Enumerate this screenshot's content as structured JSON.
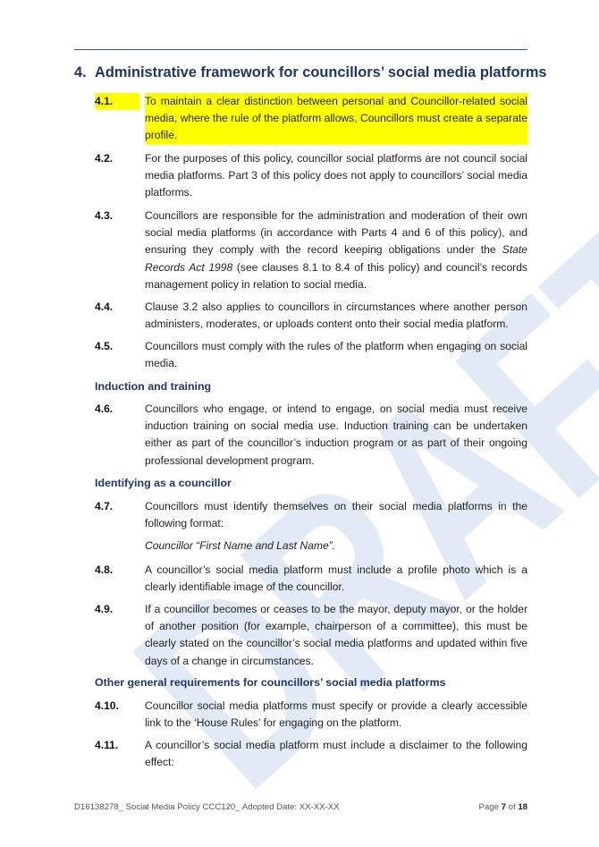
{
  "watermark": "DRAFT",
  "section": {
    "number": "4.",
    "title": "Administrative framework for councillors’ social media platforms"
  },
  "clauses": {
    "c4_1": {
      "num": "4.1.",
      "text": "To maintain a clear distinction between personal and Councillor-related social media, where the rule of the platform allows, Councillors must create a separate profile."
    },
    "c4_2": {
      "num": "4.2.",
      "text": "For the purposes of this policy, councillor social platforms are not council social media platforms. Part 3 of this policy does not apply to councillors’ social media platforms."
    },
    "c4_3": {
      "num": "4.3.",
      "text_a": "Councillors are responsible for the administration and moderation of their own social media platforms (in accordance with Parts 4 and 6 of this policy), and ensuring they comply with the record keeping obligations under the ",
      "act": "State Records Act 1998",
      "text_b": " (see clauses 8.1 to 8.4 of this policy) and council’s records management policy in relation to social media."
    },
    "c4_4": {
      "num": "4.4.",
      "text": "Clause 3.2 also applies to councillors in circumstances where another person administers, moderates, or uploads content onto their social media platform."
    },
    "c4_5": {
      "num": "4.5.",
      "text": "Councillors must comply with the rules of the platform when engaging on social media."
    },
    "c4_6": {
      "num": "4.6.",
      "text": "Councillors who engage, or intend to engage, on social media must receive induction training on social media use. Induction training can be undertaken either as part of the councillor’s induction program or as part of their ongoing professional development program."
    },
    "c4_7": {
      "num": "4.7.",
      "text": "Councillors must identify themselves on their social media platforms in the following format:",
      "format": "Councillor “First Name and Last Name”."
    },
    "c4_8": {
      "num": "4.8.",
      "text": "A councillor’s social media platform must include a profile photo which is a clearly identifiable image of the councillor."
    },
    "c4_9": {
      "num": "4.9.",
      "text": "If a councillor becomes or ceases to be the mayor, deputy mayor, or the holder of another position (for example, chairperson of a committee), this must be clearly stated on the councillor’s social media platforms and updated within five days of a change in circumstances."
    },
    "c4_10": {
      "num": "4.10.",
      "text": "Councillor social media platforms must specify or provide a clearly accessible link to the ‘House Rules’ for engaging on the platform."
    },
    "c4_11": {
      "num": "4.11.",
      "text": "A councillor’s social media platform must include a disclaimer to the following effect:"
    }
  },
  "subheadings": {
    "induction": "Induction and training",
    "identifying": "Identifying as a councillor",
    "other": "Other general requirements for councillors’ social media platforms"
  },
  "footer": {
    "doc_ref": "D16138278_ Social Media Policy CCC120_ Adopted Date: XX-XX-XX",
    "page_label": "Page",
    "page_current": "7",
    "page_of": "of",
    "page_total": "18"
  },
  "colors": {
    "heading": "#1f3764",
    "rule": "#2e5aa8",
    "highlight": "#ffff00",
    "watermark": "#d7e3f2"
  }
}
